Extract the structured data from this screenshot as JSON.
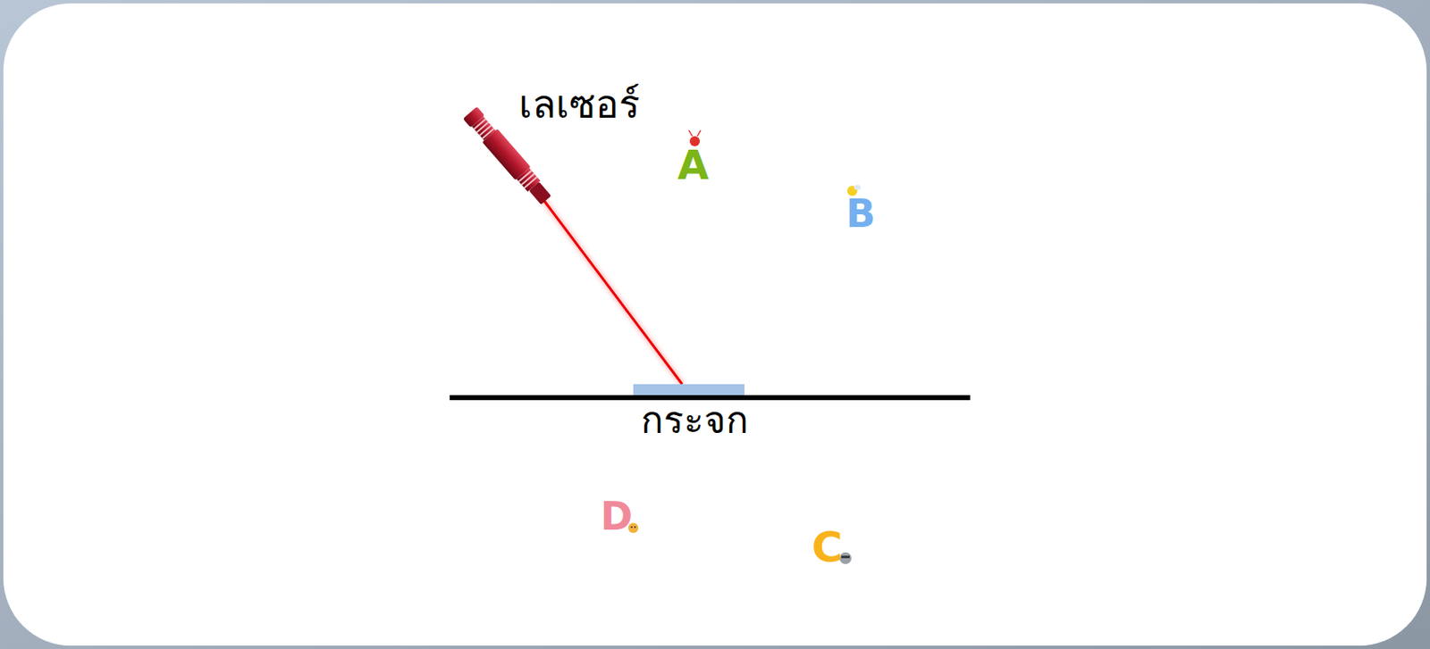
{
  "diagram": {
    "labels": [
      "เลเซอร์",
      "A",
      "B",
      "กระจก",
      "D",
      "C"
    ]
  }
}
